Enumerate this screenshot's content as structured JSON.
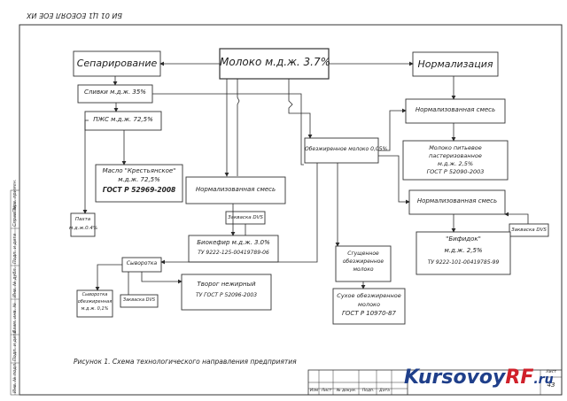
{
  "sheet_code": "БИ 01 Ц1 ЕОЕОЯЛ ЕОЕ ИХ",
  "nodes": {
    "milk": "Молоко м.д.ж. 3.7%",
    "separation": "Сепарирование",
    "normalization": "Нормализация",
    "cream": "Сливки м.д.ж. 35%",
    "pvs": "ПЖС м.д.ж. 72,5%",
    "butter_name": "Масло \"Крестьянское\"",
    "butter_fat": "м.д.ж. 72,5%",
    "butter_gost": "ГОСТ Р 52969-2008",
    "normmix_top": "Нормализованная смесь",
    "milk_past_1": "Молоко питьевое",
    "milk_past_2": "пастеризованное",
    "milk_past_3": "м.д.ж. 2,5%",
    "milk_past_4": "ГОСТ Р 52090-2003",
    "skim": "Обезжиренное молоко 0,05%",
    "normmix_mid": "Нормализованная смесь",
    "starter_mid": "Закваска DVS",
    "normmix_right": "Нормализованная смесь",
    "starter_right": "Закваска DVS",
    "buttermilk_1": "Пахта",
    "buttermilk_2": "м.д.ж.0.4%",
    "bio_1": "Биокефир м.д.ж. 3.0%",
    "bio_2": "ТУ 9222-125-00419789-06",
    "bifidok_1": "\"Бифидок\"",
    "bifidok_2": "м.д.ж. 2,5%",
    "bifidok_3": "ТУ 9222-101-00419785-99",
    "condensed_1": "Сгущенное",
    "condensed_2": "обезжиренное",
    "condensed_3": "молоко",
    "drymilk_1": "Сухое обезжиренное",
    "drymilk_2": "молоко",
    "drymilk_3": "ГОСТ Р 10970-87",
    "whey": "Сыворотка",
    "whey_skim_1": "Сыворотка",
    "whey_skim_2": "обезжиренная",
    "whey_skim_3": "м.д.ж. 0,1%",
    "starter_low": "Закваска DVS",
    "curd_1": "Творог нежирный",
    "curd_2": "ТУ ГОСТ Р 52096-2003"
  },
  "caption": "Рисунок 1. Схема технологического направления предприятия",
  "title_block": {
    "col1": "Изм",
    "col2": "Лист",
    "col3": "№ докум.",
    "col4": "Подп.",
    "col5": "Дата",
    "sheet_label": "Лист",
    "sheet_no": "43"
  },
  "side_stamp": [
    "Инв. № подл.",
    "Подп. и дата",
    "Взам. инв. №",
    "Инв. № дубл.",
    "Подп. и дата",
    "Справ. №",
    "Перв. примен."
  ],
  "watermark": {
    "part1": "Kursovoy",
    "part2": "RF",
    "part3": ".ru"
  },
  "colors": {
    "line": "#2a2a2a",
    "box": "#333333",
    "watermark_blue": "#1f3f8a",
    "watermark_red": "#d0202a"
  }
}
